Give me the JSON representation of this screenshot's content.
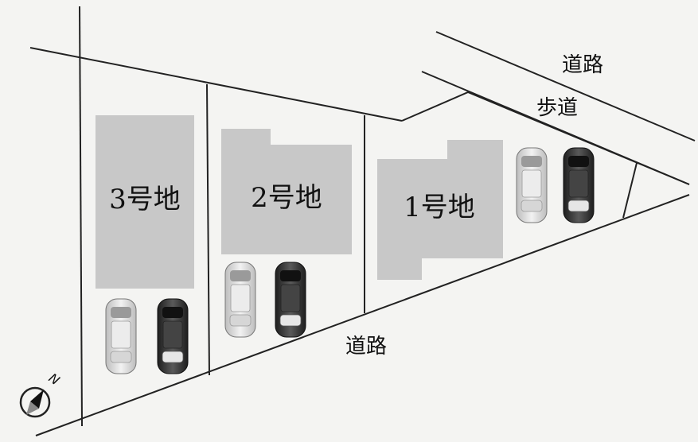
{
  "map": {
    "lots": [
      {
        "id": "lot-3",
        "label": "3号地"
      },
      {
        "id": "lot-2",
        "label": "2号地"
      },
      {
        "id": "lot-1",
        "label": "1号地"
      }
    ],
    "road_top": "道路",
    "sidewalk": "歩道",
    "road_bottom": "道路",
    "compass": {
      "north": "N"
    },
    "colors": {
      "building": "#c8c8c8",
      "line": "#222222",
      "car_light": "#e2e2e2",
      "car_dark": "#3a3a3a",
      "background": "#f4f4f2"
    }
  }
}
